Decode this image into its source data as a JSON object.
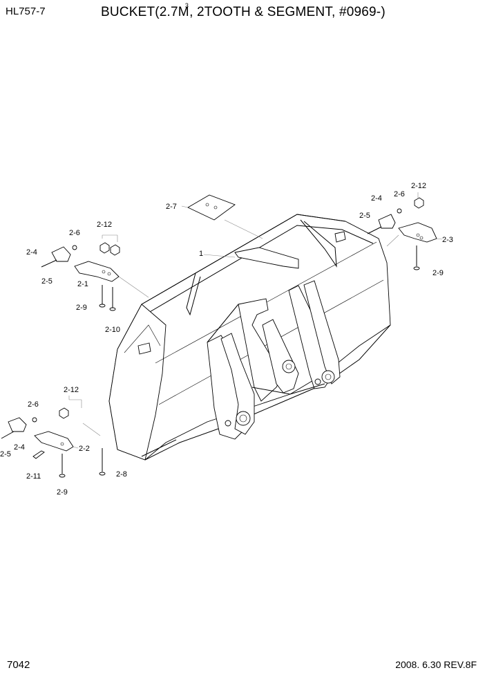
{
  "header": {
    "model": "HL757-7",
    "title_pre": "BUCKET(2.7M",
    "title_sup": "3",
    "title_post": ", 2TOOTH & SEGMENT, #0969-)"
  },
  "footer": {
    "page_number": "7042",
    "date_rev": "2008. 6.30  REV.8F"
  },
  "callouts": {
    "main_bucket": "1",
    "segment_left": "2-1",
    "adapter_bottom": "2-2",
    "adapter_right": "2-3",
    "tooth_left": "2-4",
    "tooth_right": "2-4",
    "tooth_bottom": "2-4",
    "pin_left": "2-5",
    "pin_right": "2-5",
    "pin_bottom": "2-5",
    "lock_left": "2-6",
    "lock_right": "2-6",
    "lock_bottom": "2-6",
    "cover": "2-7",
    "bolt_bottom": "2-8",
    "bolt_left": "2-9",
    "bolt_right": "2-9",
    "bolt_bottom2": "2-9",
    "bolt_left2": "2-10",
    "bolt_bottom3": "2-11",
    "nut_left": "2-12",
    "nut_right": "2-12",
    "nut_bottom": "2-12"
  }
}
